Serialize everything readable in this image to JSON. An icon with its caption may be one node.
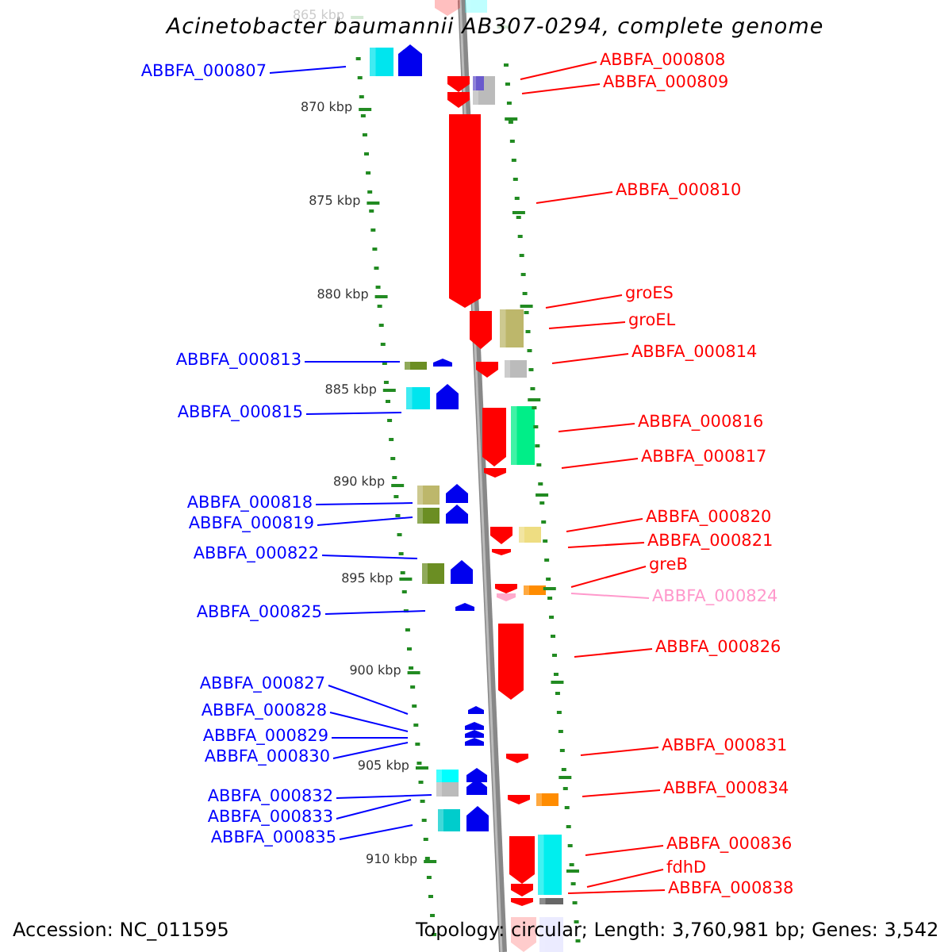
{
  "diagram": {
    "title": "Acinetobacter baumannii AB307-0294, complete genome",
    "nodes": [
      {
        "text": [
          "ABBFA_000807"
        ]
      },
      {
        "text": [
          "ABBFA_000808"
        ]
      },
      {
        "text": [
          "ABBFA_000809"
        ]
      },
      {
        "text": [
          "ABBFA_000810"
        ]
      },
      {
        "text": [
          "groES"
        ]
      },
      {
        "text": [
          "groEL"
        ]
      },
      {
        "text": [
          "ABBFA_000814"
        ]
      },
      {
        "text": [
          "ABBFA_000813"
        ]
      },
      {
        "text": [
          "ABBFA_000815"
        ]
      },
      {
        "text": [
          "ABBFA_000816"
        ]
      },
      {
        "text": [
          "ABBFA_000817"
        ]
      },
      {
        "text": [
          "ABBFA_000818"
        ]
      },
      {
        "text": [
          "ABBFA_000820"
        ]
      },
      {
        "text": [
          "ABBFA_000819"
        ]
      },
      {
        "text": [
          "ABBFA_000821"
        ]
      },
      {
        "text": [
          "greB"
        ]
      },
      {
        "text": [
          "ABBFA_000822"
        ]
      },
      {
        "text": [
          "ABBFA_000824"
        ]
      },
      {
        "text": [
          "ABBFA_000825"
        ]
      },
      {
        "text": [
          "ABBFA_000826"
        ]
      },
      {
        "text": [
          "ABBFA_000827"
        ]
      },
      {
        "text": [
          "ABBFA_000828"
        ]
      },
      {
        "text": [
          "ABBFA_000829"
        ]
      },
      {
        "text": [
          "ABBFA_000831"
        ]
      },
      {
        "text": [
          "ABBFA_000830"
        ]
      },
      {
        "text": [
          "ABBFA_000832"
        ]
      },
      {
        "text": [
          "ABBFA_000834"
        ]
      },
      {
        "text": [
          "ABBFA_000833"
        ]
      },
      {
        "text": [
          "ABBFA_000835"
        ]
      },
      {
        "text": [
          "ABBFA_000836"
        ]
      },
      {
        "text": [
          "fdhD"
        ]
      },
      {
        "text": [
          "ABBFA_000838"
        ]
      }
    ],
    "edges": [
      {
        "from": 0,
        "to": null,
        "arrow": "none",
        "color": "#0000ff"
      },
      {
        "from": 1,
        "to": null,
        "arrow": "none"
      },
      {
        "from": 2,
        "to": null,
        "arrow": "none"
      },
      {
        "from": 3,
        "to": null,
        "arrow": "none"
      },
      {
        "from": 4,
        "to": null,
        "arrow": "none"
      },
      {
        "from": 5,
        "to": null,
        "arrow": "none"
      },
      {
        "from": 6,
        "to": null,
        "arrow": "none"
      },
      {
        "from": 7,
        "to": null,
        "arrow": "none",
        "color": "#0000ff"
      },
      {
        "from": 8,
        "to": null,
        "arrow": "none",
        "color": "#0000ff"
      },
      {
        "from": 9,
        "to": null,
        "arrow": "none"
      },
      {
        "from": 10,
        "to": null,
        "arrow": "none"
      },
      {
        "from": 11,
        "to": null,
        "arrow": "none",
        "color": "#0000ff"
      },
      {
        "from": 12,
        "to": null,
        "arrow": "none"
      },
      {
        "from": 13,
        "to": null,
        "arrow": "none",
        "color": "#0000ff"
      },
      {
        "from": 14,
        "to": null,
        "arrow": "none"
      },
      {
        "from": 15,
        "to": null,
        "arrow": "none"
      },
      {
        "from": 16,
        "to": null,
        "arrow": "none",
        "color": "#0000ff"
      },
      {
        "from": 17,
        "to": null,
        "arrow": "none",
        "color": "#ff99cc"
      },
      {
        "from": 18,
        "to": null,
        "arrow": "none",
        "color": "#0000ff"
      },
      {
        "from": 19,
        "to": null,
        "arrow": "none"
      },
      {
        "from": 20,
        "to": null,
        "arrow": "none",
        "color": "#0000ff"
      },
      {
        "from": 21,
        "to": null,
        "arrow": "none",
        "color": "#0000ff"
      },
      {
        "from": 22,
        "to": null,
        "arrow": "none",
        "color": "#0000ff"
      },
      {
        "from": 23,
        "to": null,
        "arrow": "none"
      },
      {
        "from": 24,
        "to": null,
        "arrow": "none",
        "color": "#0000ff"
      },
      {
        "from": 25,
        "to": null,
        "arrow": "none",
        "color": "#0000ff"
      },
      {
        "from": 26,
        "to": null,
        "arrow": "none"
      },
      {
        "from": 27,
        "to": null,
        "arrow": "none",
        "color": "#0000ff"
      },
      {
        "from": 28,
        "to": null,
        "arrow": "none",
        "color": "#0000ff"
      },
      {
        "from": 29,
        "to": null,
        "arrow": "none"
      },
      {
        "from": 30,
        "to": null,
        "arrow": "none"
      },
      {
        "from": 31,
        "to": null,
        "arrow": "none"
      }
    ],
    "labels": [
      "865 kbp",
      "870 kbp",
      "875 kbp",
      "880 kbp",
      "885 kbp",
      "890 kbp",
      "895 kbp",
      "900 kbp",
      "905 kbp",
      "910 kbp",
      "Accession: NC_011595",
      "Topology: circular; Length: 3,760,981 bp; Genes: 3,542"
    ]
  }
}
